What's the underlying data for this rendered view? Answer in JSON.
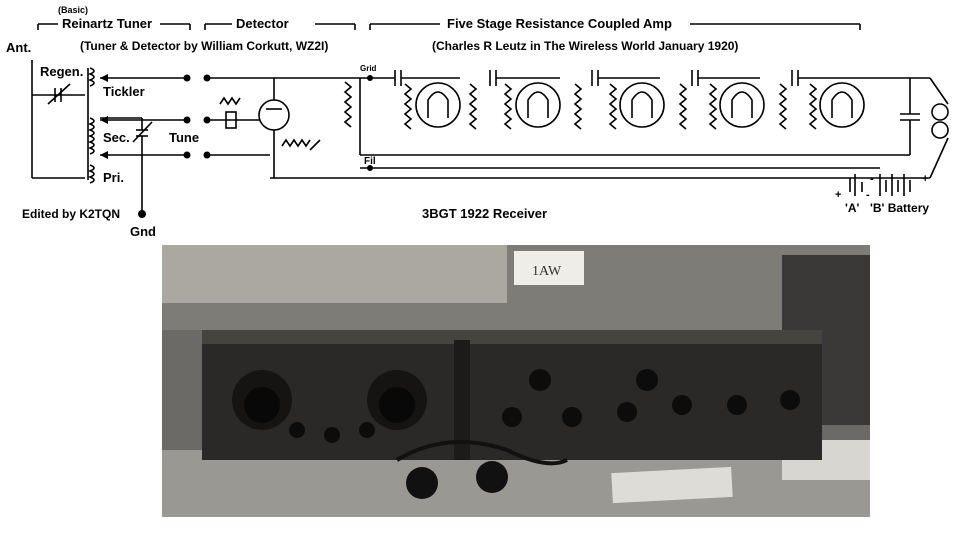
{
  "sections": {
    "tuner_small": "(Basic)",
    "tuner": "Reinartz Tuner",
    "detector": "Detector",
    "amp": "Five Stage Resistance Coupled Amp"
  },
  "credits": {
    "tuner_detector": "(Tuner & Detector by William Corkutt, WZ2I)",
    "amp": "(Charles R Leutz in The Wireless World January 1920)",
    "edited": "Edited by K2TQN",
    "receiver": "3BGT  1922 Receiver"
  },
  "labels": {
    "ant": "Ant.",
    "regen": "Regen.",
    "tickler": "Tickler",
    "sec": "Sec.",
    "tune": "Tune",
    "pri": "Pri.",
    "gnd": "Gnd",
    "grid": "Grid",
    "fil": "Fil",
    "a_batt": "'A'",
    "b_batt": "'B' Battery",
    "plus_a": "+",
    "minus_a": "-",
    "minus_b": "-",
    "plus_b": "+"
  },
  "photo": {
    "sign": "1AW"
  }
}
